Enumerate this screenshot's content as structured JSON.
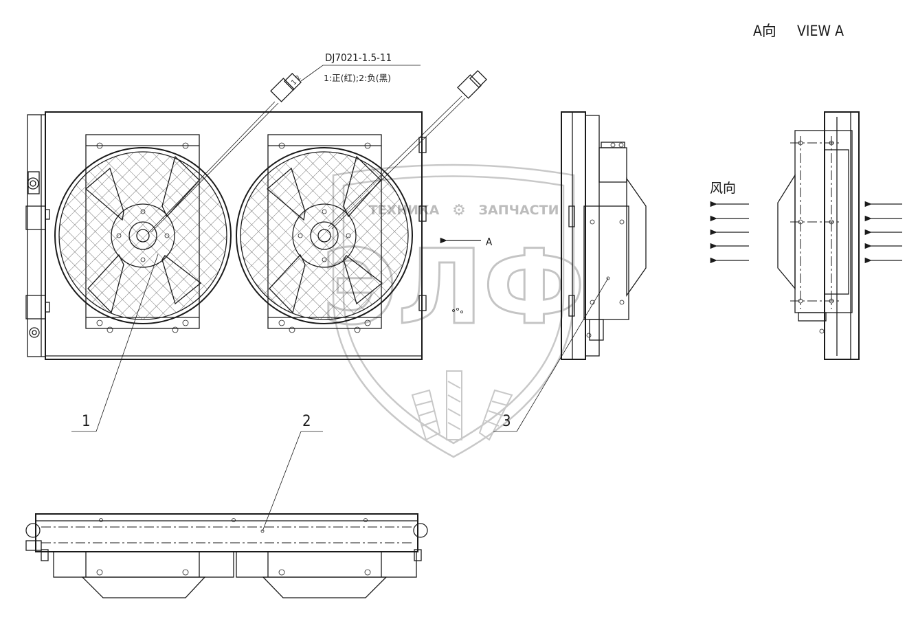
{
  "title": {
    "view_cn": "A向",
    "view_en": "VIEW A"
  },
  "harness": {
    "part_no": "DJ7021-1.5-11",
    "pin_legend": "1:正(红);2:负(黑)",
    "pin_marks": "1 2"
  },
  "callouts": {
    "item1": "1",
    "item2": "2",
    "item3": "3"
  },
  "view_arrow": {
    "label": "A"
  },
  "wind": {
    "label": "风向"
  },
  "watermark": {
    "text_left": "ТЕХНИКА",
    "text_right": "ЗАПЧАСТИ",
    "monogram": "ЭЛФ"
  }
}
